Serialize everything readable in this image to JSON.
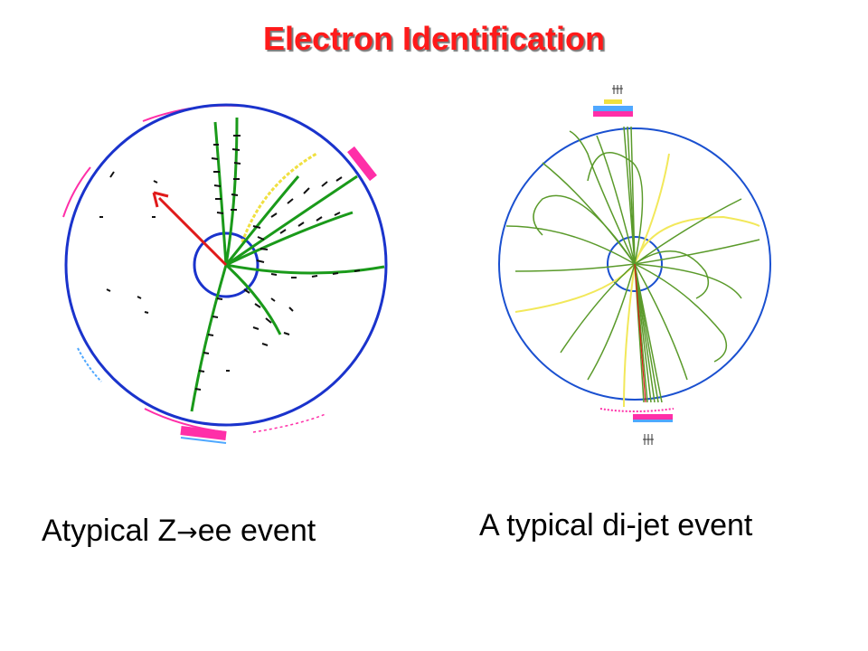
{
  "slide": {
    "title": "Electron Identification"
  },
  "left_panel": {
    "caption_part1": "Atypical Z",
    "caption_arrow": "→",
    "caption_part2": "ee event",
    "colors": {
      "detector": "#1a33cc",
      "tracks": "#1a9a1a",
      "electron": "#e01a1a",
      "calorimeter": "#ff2fa8",
      "hits": "#111111",
      "low_pt": "#f0e040"
    }
  },
  "right_panel": {
    "caption": "A typical di-jet event",
    "colors": {
      "detector": "#1a50d0",
      "tracks": "#5a9a2a",
      "low_pt": "#f2e85a",
      "calorimeter": "#ff2fa8",
      "calorimeter_em": "#4fa8ff"
    }
  }
}
